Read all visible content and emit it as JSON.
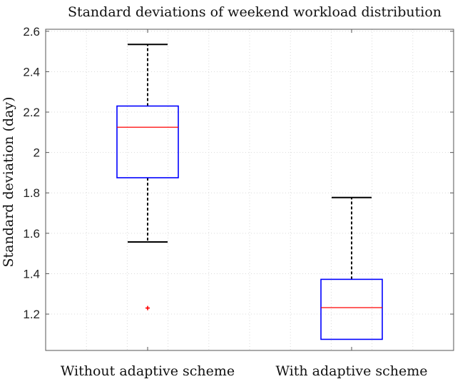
{
  "chart_data": {
    "type": "box",
    "title": "Standard deviations of weekend workload distribution",
    "xlabel": "",
    "ylabel": "Standard deviation (day)",
    "ylim": [
      1.02,
      2.61
    ],
    "yticks": [
      1.2,
      1.4,
      1.6,
      1.8,
      2,
      2.2,
      2.4,
      2.6
    ],
    "yticklabels": [
      "1.2",
      "1.4",
      "1.6",
      "1.8",
      "2",
      "2.2",
      "2.4",
      "2.6"
    ],
    "grid": true,
    "categories": [
      "Without adaptive scheme",
      "With adaptive scheme"
    ],
    "boxes": [
      {
        "whisker_low": 1.557,
        "q1": 1.875,
        "median": 2.125,
        "q3": 2.23,
        "whisker_high": 2.535,
        "outliers": [
          1.23
        ]
      },
      {
        "whisker_low": 1.075,
        "q1": 1.075,
        "median": 1.232,
        "q3": 1.372,
        "whisker_high": 1.777,
        "outliers": []
      }
    ],
    "colors": {
      "box": "#0000ff",
      "median": "#ff0000",
      "whisker": "#000000",
      "outlier": "#ff0000",
      "grid": "#d9d9d9",
      "axis": "#555555"
    }
  }
}
